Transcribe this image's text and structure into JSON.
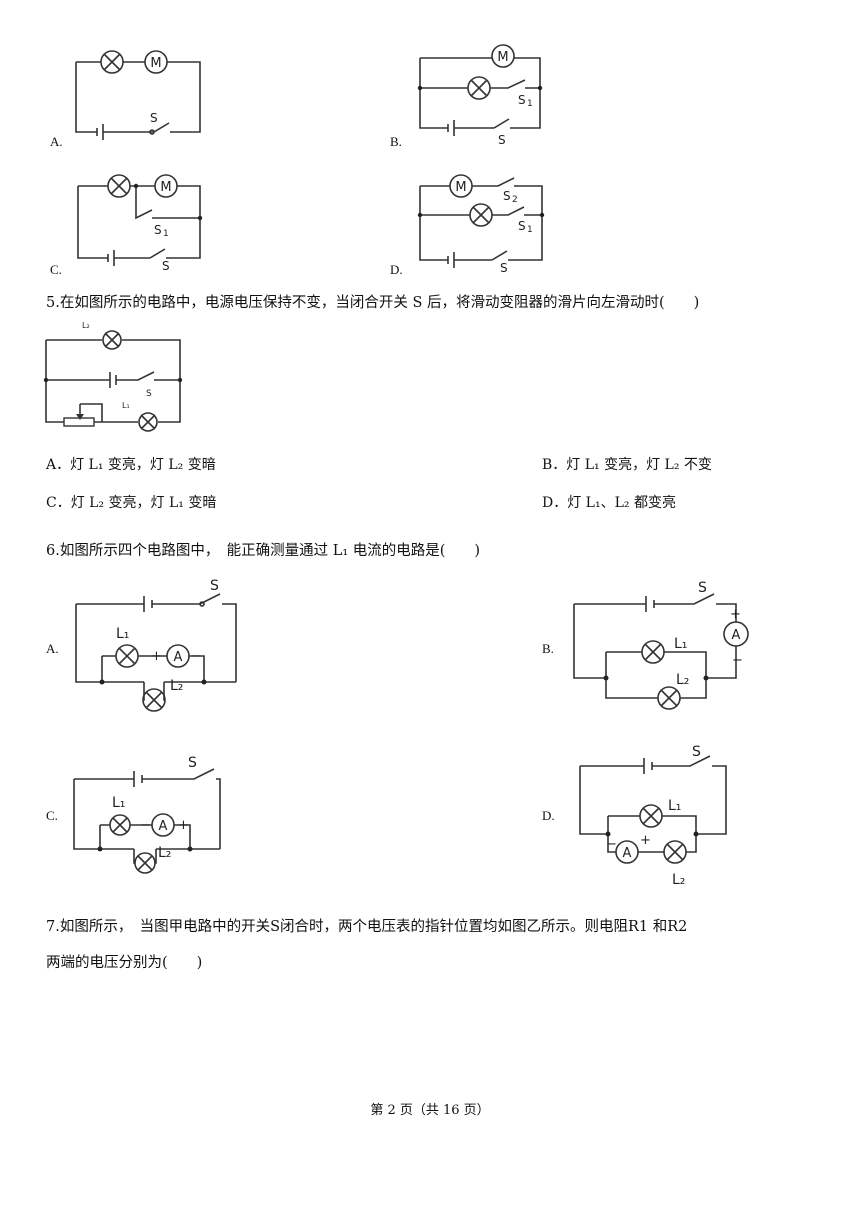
{
  "q4": {
    "options": [
      "A.",
      "B.",
      "C.",
      "D."
    ],
    "symbols": {
      "motor": "M",
      "switch": "S",
      "switch1": "S",
      "switch1_sub": "1",
      "switch2": "S",
      "switch2_sub": "2"
    }
  },
  "q5": {
    "stem": "5.在如图所示的电路中，电源电压保持不变，当闭合开关 S 后，将滑动变阻器的滑片向左滑动时(　　)",
    "figure": {
      "lamp_top": "L₂",
      "lamp_bottom": "L₁",
      "switch": "S"
    },
    "options": [
      "A．灯 L₁ 变亮，灯 L₂ 变暗",
      "B．灯 L₁ 变亮，灯 L₂ 不变",
      "C．灯 L₂ 变亮，灯 L₁ 变暗",
      "D．灯 L₁、L₂ 都变亮"
    ]
  },
  "q6": {
    "stem": "6.如图所示四个电路图中，　能正确测量通过 L₁ 电流的电路是(　　)",
    "options": [
      "A.",
      "B.",
      "C.",
      "D."
    ],
    "symbols": {
      "switch": "S",
      "ammeter": "A",
      "lamp1": "L₁",
      "lamp2": "L₂",
      "plus": "+",
      "minus": "−"
    }
  },
  "q7": {
    "stem_line1": "7.如图所示，　当图甲电路中的开关S闭合时，两个电压表的指针位置均如图乙所示。则电阻R1 和R2",
    "stem_line2": "两端的电压分别为(　　)"
  },
  "footer": {
    "page": "第 2 页（共 16 页）"
  }
}
